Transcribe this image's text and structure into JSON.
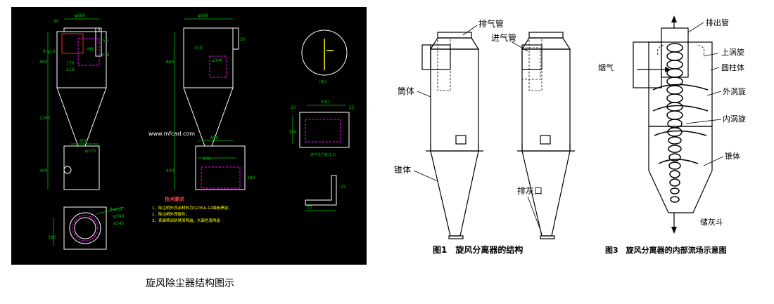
{
  "cad": {
    "watermark": "www.mfcad.com",
    "dims": {
      "d680a": "φ680",
      "d680b": "φ680",
      "d90": "90",
      "d50a": "50",
      "d50b": "50",
      "d860a": "860",
      "d860b": "860",
      "d1260": "1260",
      "d400a": "400",
      "d400b": "400",
      "d600a": "600",
      "d600b": "600",
      "d170a": "φ170",
      "d170b": "170",
      "d210": "210",
      "d630": "630",
      "d340a": "φ340",
      "d500a": "500",
      "d500b": "500",
      "d380": "380",
      "d310": "310",
      "d25a": "25",
      "d25b": "25",
      "d25c": "25",
      "d25d": "25",
      "d300": "300",
      "d490": "φ390",
      "d342": "φ342",
      "d390": "390",
      "d8": "8-φ10",
      "m": "M8",
      "dl": "8-φ10"
    },
    "notes_title": "技术要求",
    "notes": [
      "1、除注明外其余材料为Q235A-12钢板焊接；",
      "2、除注明外焊接件；",
      "3、表面喷涂防锈漆两遍，大面色漆两遍"
    ],
    "detail_label": "I放大",
    "plate_label": "进气法兰板(1:2)"
  },
  "caption": "旋风除尘器结构图示",
  "fig1": {
    "label_exhaust": "排气管",
    "label_inlet": "进气管",
    "label_body": "筒体",
    "label_cone": "锥体",
    "label_ash": "排灰口",
    "title": "图1　旋风分离器的结构"
  },
  "fig3": {
    "label_outlet": "排出管",
    "label_upper": "上涡旋",
    "label_smoke": "烟气",
    "label_cyl": "圆柱体",
    "label_outer": "外涡旋",
    "label_inner": "内涡旋",
    "label_cone": "锥体",
    "label_hopper": "储灰斗",
    "title": "图3　旋风分离器的内部流场示意图"
  }
}
